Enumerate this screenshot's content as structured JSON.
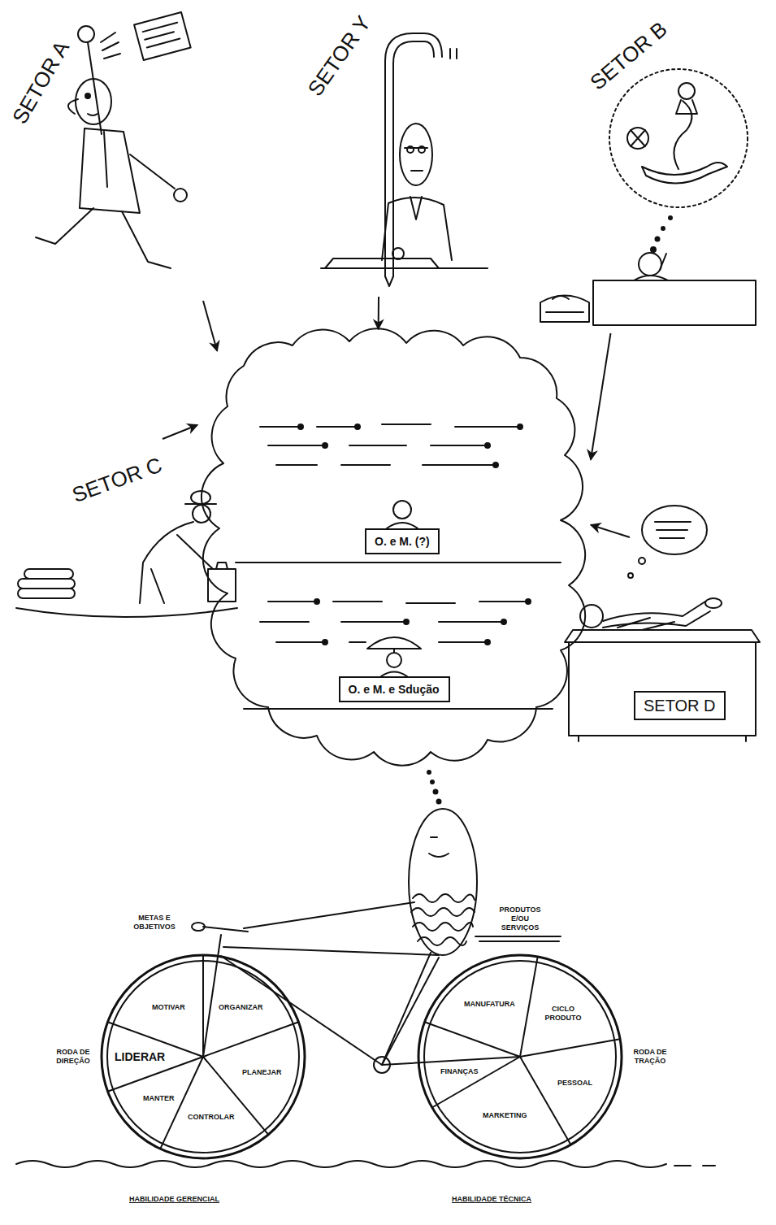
{
  "diagram": {
    "nodes": [
      {
        "text": [
          "SETOR A"
        ]
      },
      {
        "text": [
          "SETOR Y"
        ]
      },
      {
        "text": [
          "SETOR B"
        ]
      },
      {
        "text": []
      },
      {
        "text": [
          "O. e M. (?)"
        ],
        "in": 3
      },
      {
        "text": [
          "O. e M. e Sdução"
        ],
        "in": 3
      },
      {
        "text": [
          "SETOR C"
        ]
      },
      {
        "text": [
          "SETOR D"
        ]
      }
    ],
    "edges": [
      {
        "from": 0,
        "to": 3,
        "arrow": "to"
      },
      {
        "from": 1,
        "to": 3,
        "arrow": "to"
      },
      {
        "from": 2,
        "to": 3,
        "arrow": "to"
      },
      {
        "from": 6,
        "to": 3,
        "arrow": "to"
      },
      {
        "from": 7,
        "to": 3,
        "arrow": "to"
      }
    ],
    "labels": [
      "METAS E OBJETIVOS",
      "PRODUTOS E/OU SERVIÇOS",
      "MOTIVAR",
      "ORGANIZAR",
      "LIDERAR",
      "PLANEJAR",
      "RODA DE DIREÇÃO",
      "MANTER",
      "CONTROLAR",
      "MANUFATURA",
      "CICLO PRODUTO",
      "FINANÇAS",
      "PESSOAL",
      "MARKETING",
      "RODA DE TRAÇÃO",
      "HABILIDADE GERENCIAL",
      "HABILIDADE TÉCNICA"
    ]
  }
}
